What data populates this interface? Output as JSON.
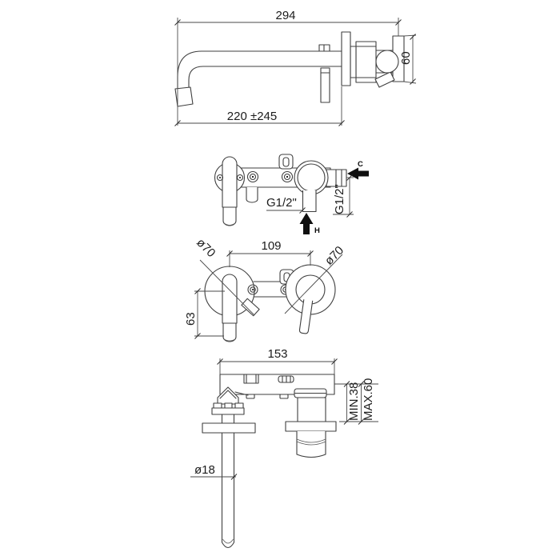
{
  "colors": {
    "line": "#3f3f3f",
    "text": "#1c1c1c",
    "arrow": "#0f0f0f",
    "background": "#ffffff"
  },
  "views": {
    "side": {
      "overall_length": "294",
      "spout_projection": "220 ±245",
      "body_height": "60"
    },
    "rough_in": {
      "hot_outlet_thread": "G1/2\"",
      "cold_inlet_thread": "G1/2\"",
      "cold_label": "C",
      "hot_label": "H"
    },
    "front_trim": {
      "handle_to_spout_distance": "109",
      "left_escutcheon_diameter": "ø70",
      "right_escutcheon_diameter": "ø70",
      "spout_drop": "63"
    },
    "plan": {
      "body_length": "153",
      "spout_diameter": "ø18",
      "wall_depth_min": "MIN.38",
      "wall_depth_max": "MAX.60"
    }
  }
}
